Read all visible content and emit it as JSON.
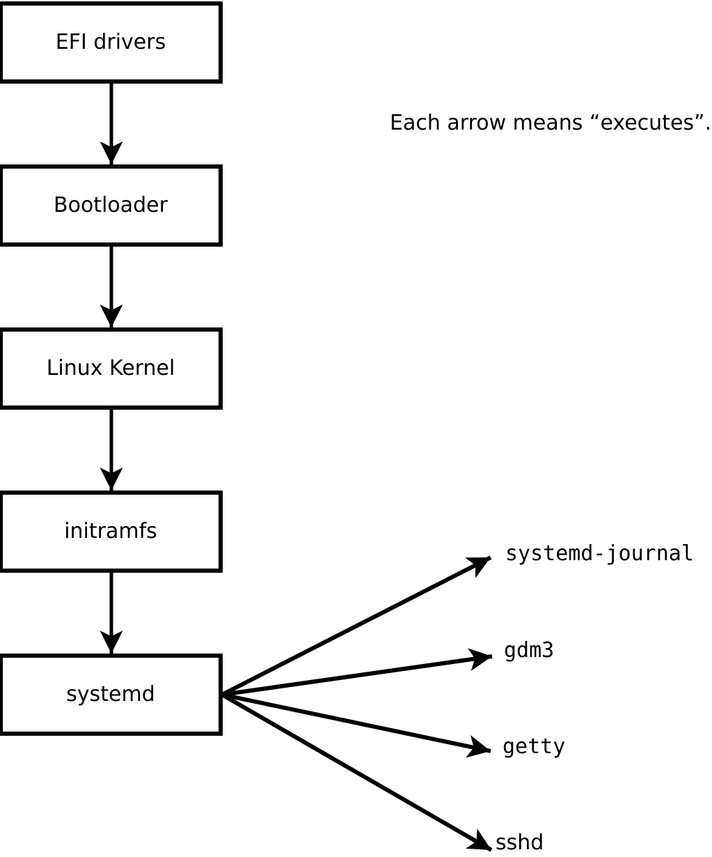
{
  "note": "Each arrow means “executes”.",
  "arrow_meaning": "executes",
  "boxes": [
    {
      "label": "EFI drivers"
    },
    {
      "label": "Bootloader"
    },
    {
      "label": "Linux Kernel"
    },
    {
      "label": "initramfs"
    },
    {
      "label": "systemd"
    }
  ],
  "targets": [
    {
      "label": "systemd-journal"
    },
    {
      "label": "gdm3"
    },
    {
      "label": "getty"
    },
    {
      "label": "sshd"
    }
  ],
  "edges": [
    {
      "from": "EFI drivers",
      "to": "Bootloader"
    },
    {
      "from": "Bootloader",
      "to": "Linux Kernel"
    },
    {
      "from": "Linux Kernel",
      "to": "initramfs"
    },
    {
      "from": "initramfs",
      "to": "systemd"
    },
    {
      "from": "systemd",
      "to": "systemd-journal"
    },
    {
      "from": "systemd",
      "to": "gdm3"
    },
    {
      "from": "systemd",
      "to": "getty"
    },
    {
      "from": "systemd",
      "to": "sshd"
    }
  ],
  "colors": {
    "line": "#000000",
    "background": "#ffffff",
    "box_fill": "#ffffff",
    "text": "#000000"
  }
}
